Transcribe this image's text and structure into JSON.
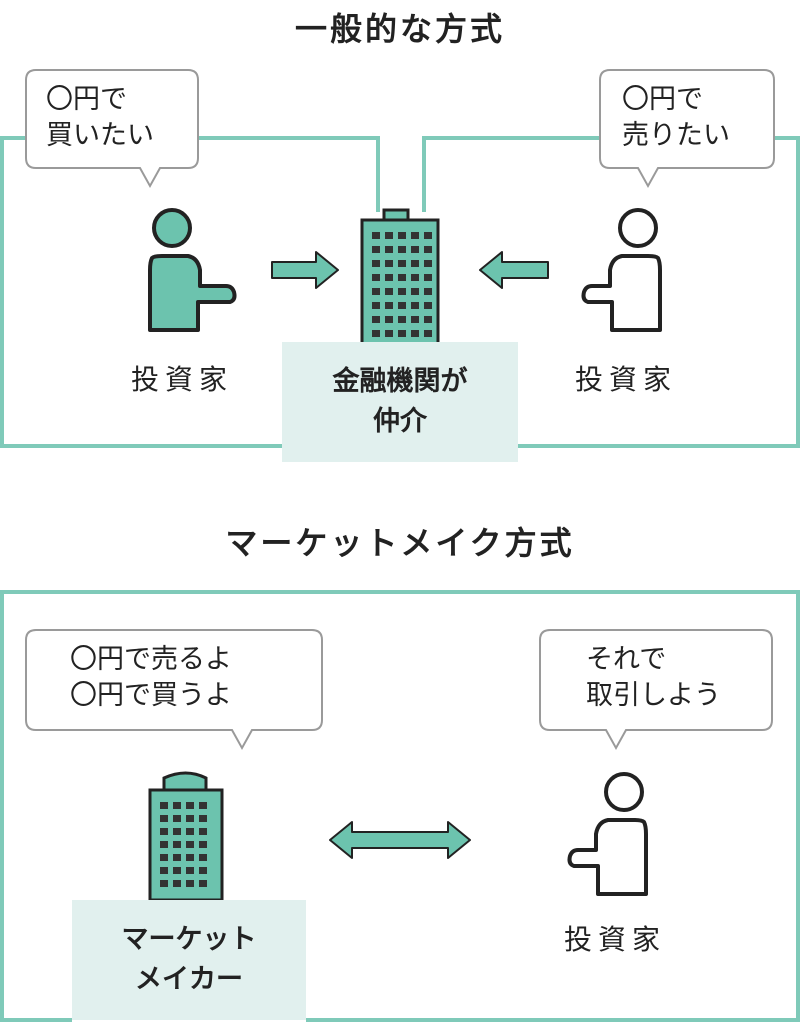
{
  "colors": {
    "accent": "#6cc3ae",
    "frame": "#7fcab9",
    "label_bg": "#e1f0ee",
    "stroke": "#333333"
  },
  "section1": {
    "title": "一般的な方式",
    "left_bubble": "〇円で\n買いたい",
    "right_bubble": "〇円で\n売りたい",
    "left_investor_label": "投資家",
    "right_investor_label": "投資家",
    "intermediary_label_line1": "金融機関が",
    "intermediary_label_line2": "仲介"
  },
  "section2": {
    "title": "マーケットメイク方式",
    "left_bubble": "〇円で売るよ\n〇円で買うよ",
    "right_bubble": "それで\n取引しよう",
    "investor_label": "投資家",
    "market_maker_label_line1": "マーケット",
    "market_maker_label_line2": "メイカー"
  },
  "icons": [
    "person-filled-icon",
    "person-outline-icon",
    "building-icon",
    "arrow-right-icon",
    "arrow-left-icon",
    "double-arrow-icon"
  ]
}
